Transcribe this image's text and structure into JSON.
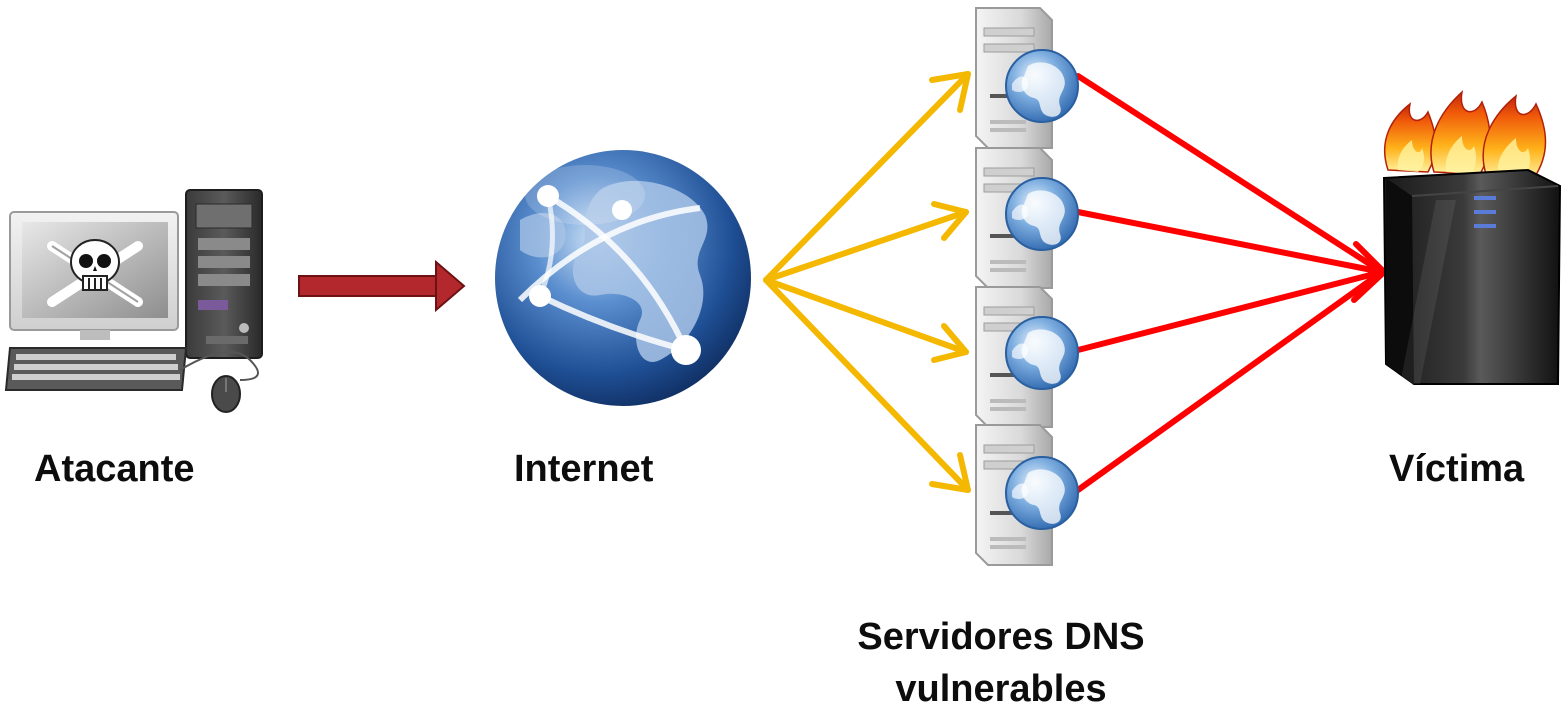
{
  "labels": {
    "attacker": "Atacante",
    "internet": "Internet",
    "dns_servers_line1": "Servidores DNS",
    "dns_servers_line2": "vulnerables",
    "victim": "Víctima"
  },
  "icons": {
    "attacker": "hacker-computer-skull-icon",
    "internet": "globe-network-icon",
    "dns_server": "dns-server-globe-icon",
    "victim": "burning-server-icon"
  },
  "colors": {
    "attacker_arrow": "#b3282d",
    "query_arrows": "#f5b800",
    "response_arrows": "#ff0000",
    "text": "#0d0d0d"
  }
}
